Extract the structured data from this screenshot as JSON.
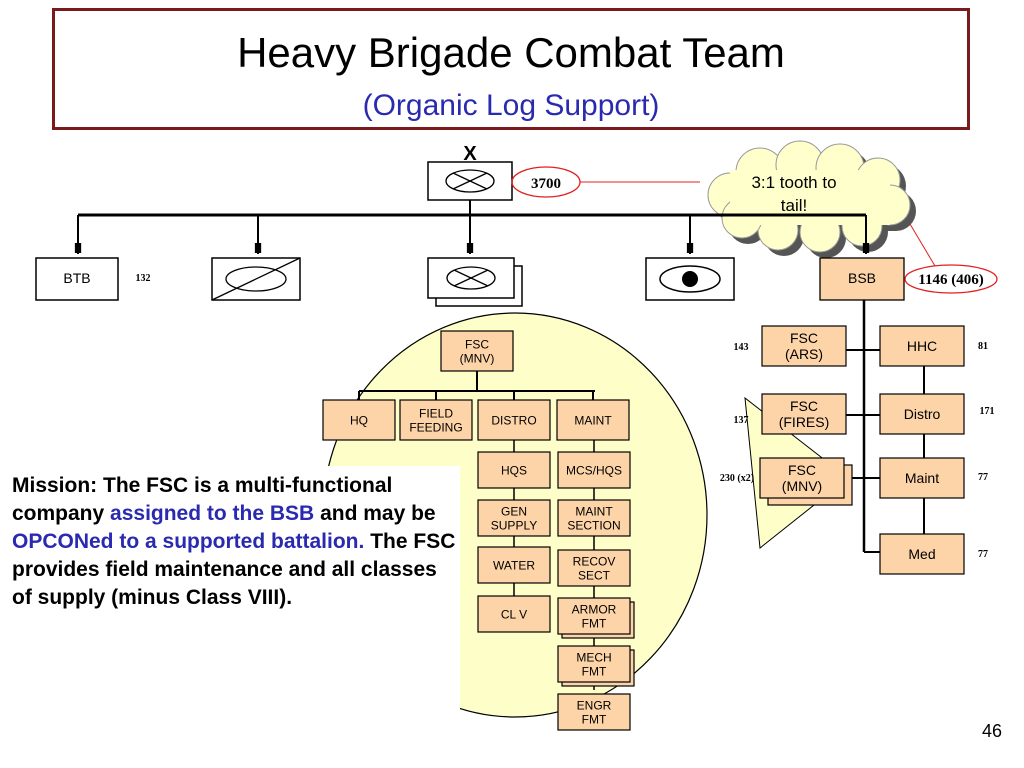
{
  "title": "Heavy Brigade Combat Team",
  "subtitle": "(Organic Log Support)",
  "brigade_symbol": "X",
  "brigade_strength": "3700",
  "callout": "3:1 tooth to tail!",
  "battalion_echelon": "II",
  "company_echelon": "I",
  "btb": {
    "label": "BTB",
    "strength": "132"
  },
  "bsb": {
    "label": "BSB",
    "strength": "1146 (406)"
  },
  "bsb_units": [
    {
      "label": "FSC (ARS)",
      "strength": "143"
    },
    {
      "label": "FSC (FIRES)",
      "strength": "137"
    },
    {
      "label": "FSC (MNV)",
      "strength": "230 (x2)"
    },
    {
      "label": "HHC",
      "strength": "81"
    },
    {
      "label": "Distro",
      "strength": "171"
    },
    {
      "label": "Maint",
      "strength": "77"
    },
    {
      "label": "Med",
      "strength": "77"
    }
  ],
  "fsc_detail": {
    "head": "FSC (MNV)",
    "platoons": [
      "HQ",
      "FIELD FEEDING",
      "DISTRO",
      "MAINT"
    ],
    "distro_sections": [
      "HQS",
      "GEN SUPPLY",
      "WATER",
      "CL V"
    ],
    "maint_sections": [
      "MCS/HQS",
      "MAINT SECTION",
      "RECOV SECT",
      "ARMOR FMT",
      "MECH FMT",
      "ENGR FMT"
    ]
  },
  "mission": {
    "p1": "Mission: The FSC is a multi-functional company ",
    "p2": "assigned to the BSB",
    "p3": " and may be ",
    "p4": "OPCONed to a supported battalion.",
    "p5": "  The FSC provides field maintenance and all classes of supply (minus Class VIII)."
  },
  "page_number": "46",
  "colors": {
    "box_fill": "#fdd4a8",
    "title_border": "#7a1a1a",
    "blue_text": "#2a2ab0",
    "bubble_fill": "#fefec8",
    "callout_fill": "#ffffcc",
    "highlight": "#e02020"
  }
}
